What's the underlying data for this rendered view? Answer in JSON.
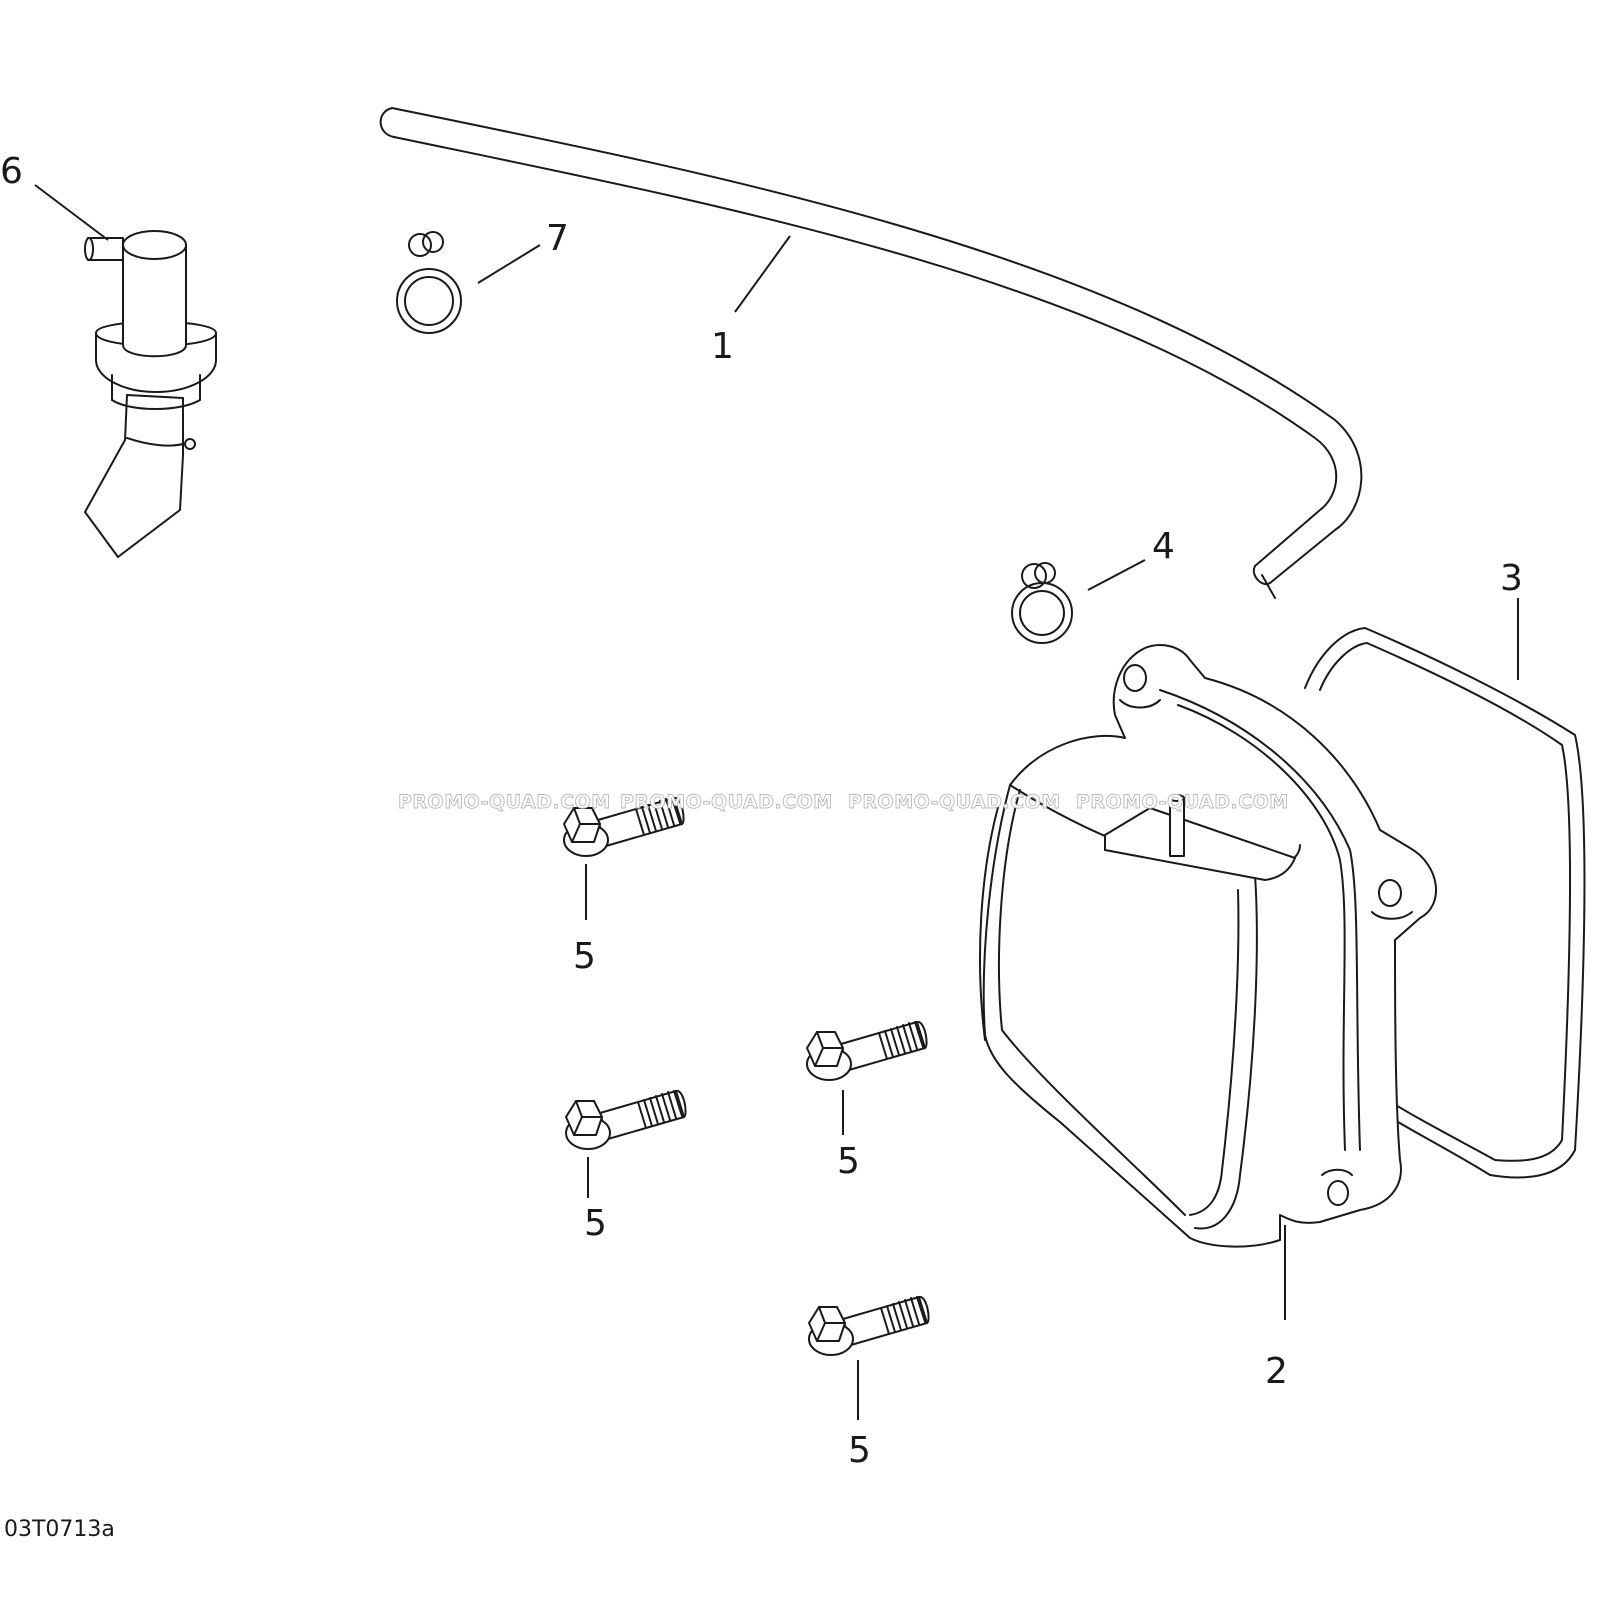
{
  "diagram": {
    "callouts": {
      "hose": "1",
      "valve_cover": "2",
      "gasket": "3",
      "clamp_small": "4",
      "screws": [
        "5",
        "5",
        "5",
        "5"
      ],
      "breather_valve": "6",
      "clamp_top": "7"
    },
    "figure_code": "03T0713a",
    "watermarks": [
      "PROMO-QUAD.COM",
      "PROMO-QUAD.COM",
      "PROMO-QUAD.COM",
      "PROMO-QUAD.COM"
    ]
  }
}
